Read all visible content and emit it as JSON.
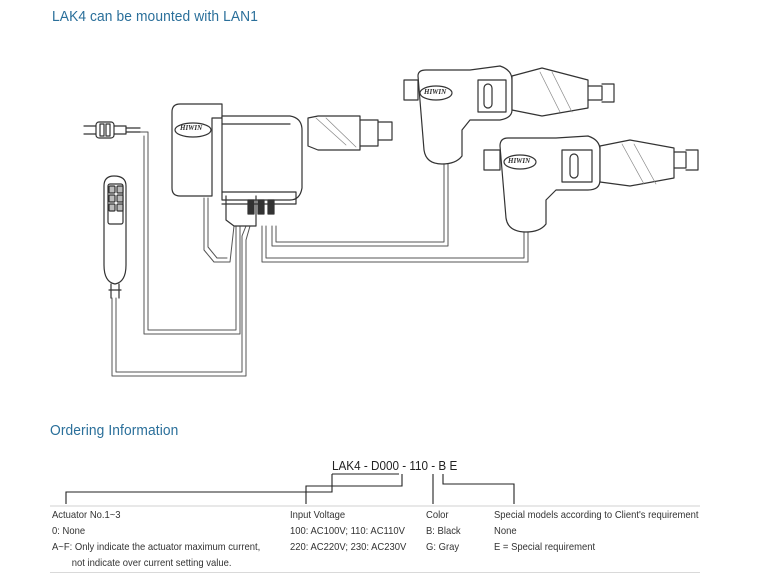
{
  "mounting": {
    "heading": "LAK4 can be mounted with LAN1",
    "brand_labels": [
      "HIWIN",
      "HIWIN",
      "HIWIN"
    ]
  },
  "ordering": {
    "heading": "Ordering Information",
    "code": "LAK4 - D000 - 110 - B E",
    "columns": [
      {
        "title": "Actuator No.1~3",
        "lines": [
          "0: None",
          "A~F: Only indicate the actuator maximum current,",
          "not indicate over current setting value."
        ]
      },
      {
        "title": "Input Voltage",
        "lines": [
          "100: AC100V; 110: AC110V",
          "220: AC220V; 230: AC230V"
        ]
      },
      {
        "title": "Color",
        "lines": [
          "B: Black",
          "G: Gray"
        ]
      },
      {
        "title": "Special models according to Client's requirement",
        "lines": [
          "None",
          "E = Special requirement"
        ]
      }
    ]
  }
}
